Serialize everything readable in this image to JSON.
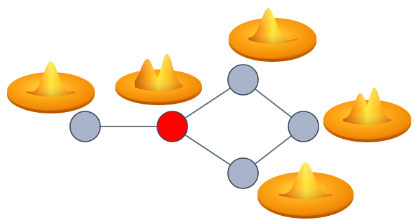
{
  "colors": {
    "background": "#ffffff",
    "edge": "#5f7386",
    "node_fill": "#a9b4cb",
    "node_highlight_fill": "#ff0000",
    "node_stroke": "#3e4a55",
    "surface_light": "#ffea3a",
    "surface_mid": "#ffb01a",
    "surface_dark": "#e07a00",
    "surface_shadow": "#8a3a00"
  },
  "nodes": [
    {
      "id": "left",
      "highlighted": false
    },
    {
      "id": "center",
      "highlighted": true
    },
    {
      "id": "top",
      "highlighted": false
    },
    {
      "id": "right",
      "highlighted": false
    },
    {
      "id": "bottom",
      "highlighted": false
    }
  ],
  "edges": [
    {
      "from": "left",
      "to": "center"
    },
    {
      "from": "center",
      "to": "top"
    },
    {
      "from": "center",
      "to": "bottom"
    },
    {
      "from": "top",
      "to": "right"
    },
    {
      "from": "bottom",
      "to": "right"
    }
  ],
  "distributions": [
    {
      "id": "left-node",
      "peaks": 1
    },
    {
      "id": "center-node",
      "peaks": 2
    },
    {
      "id": "top-node",
      "peaks": 1
    },
    {
      "id": "right-node",
      "peaks": 2
    },
    {
      "id": "bottom-node",
      "peaks": 1
    }
  ]
}
